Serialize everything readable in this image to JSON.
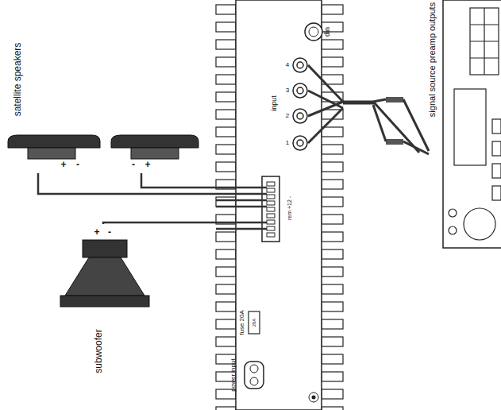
{
  "diagram": {
    "nodes": [
      {
        "text": [
          "din",
          "input",
          "fuse 20A",
          "power input"
        ]
      },
      {
        "text": [
          "signal source preamp outputs"
        ]
      },
      {
        "text": [
          "+",
          "-"
        ]
      },
      {
        "text": [
          "-",
          "+"
        ]
      },
      {
        "text": [
          "+",
          "-",
          "subwoofer"
        ]
      }
    ],
    "edges": [
      {
        "from": 1,
        "to": 0,
        "arrow": "none"
      },
      {
        "from": 2,
        "to": 0,
        "arrow": "none"
      },
      {
        "from": 3,
        "to": 0,
        "arrow": "none"
      },
      {
        "from": 4,
        "to": 0,
        "arrow": "none"
      }
    ],
    "labels": [
      "satellite speakers",
      "4",
      "3",
      "2",
      "1",
      "20A",
      "rem +12 -"
    ]
  }
}
